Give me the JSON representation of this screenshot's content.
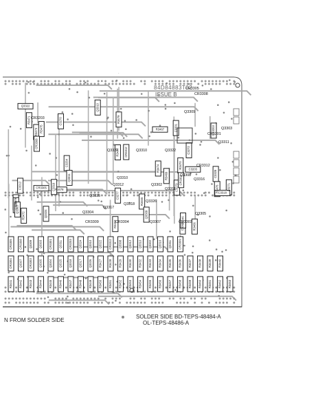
{
  "board": {
    "part_number": "84D84883T02",
    "issue": "ISSUE B",
    "component_labels": [
      "CR3305",
      "CR3308",
      "Q3309",
      "Q3303",
      "CR3301",
      "Q3311",
      "CR3203",
      "Q3324",
      "Q3310",
      "Q3322",
      "CR3312",
      "Q3308",
      "Q3312",
      "Q3310",
      "Q3302",
      "Q3316",
      "Q3311",
      "CR3309",
      "CR3304",
      "Q3307",
      "CR3303",
      "Q3305",
      "Q3304",
      "Q3325",
      "Q3318",
      "Q3317",
      "Q3326",
      "R3427",
      "R3428",
      "R3429",
      "R3430",
      "R3432",
      "R3433",
      "R3434",
      "R3435",
      "R3436",
      "R3437",
      "R3438",
      "R3439",
      "R3440",
      "R3441",
      "R3442",
      "R3443",
      "R3444",
      "R3445",
      "R3446",
      "R3447",
      "R3448",
      "R3449",
      "R3450",
      "R3451",
      "R3452",
      "R3453",
      "R3454",
      "R3455",
      "R3456",
      "R3457",
      "R3458",
      "R3459",
      "R3460",
      "R3461",
      "R3462",
      "R3463",
      "R3464",
      "R3465",
      "R3466",
      "R3467",
      "R3468",
      "R3469",
      "R3470",
      "R3471",
      "R3472",
      "R3473",
      "R3474",
      "R3475",
      "R3476",
      "R3477",
      "R3478",
      "R3479",
      "C3209",
      "C3277",
      "C3278",
      "C3203",
      "C3254",
      "C3246",
      "C3272",
      "C3331",
      "C3239",
      "C3212",
      "C3270",
      "C3271",
      "C3273",
      "C3328",
      "C3318",
      "C3319"
    ]
  },
  "captions": {
    "left": "N FROM SOLDER SIDE",
    "right_line1": "SOLDER SIDE BD-TEPS-48484-A",
    "right_line2": "OL-TEPS-48486-A"
  },
  "colors": {
    "ink": "#1a1a1a",
    "trace": "#9a9a9a",
    "paper": "#ffffff"
  }
}
